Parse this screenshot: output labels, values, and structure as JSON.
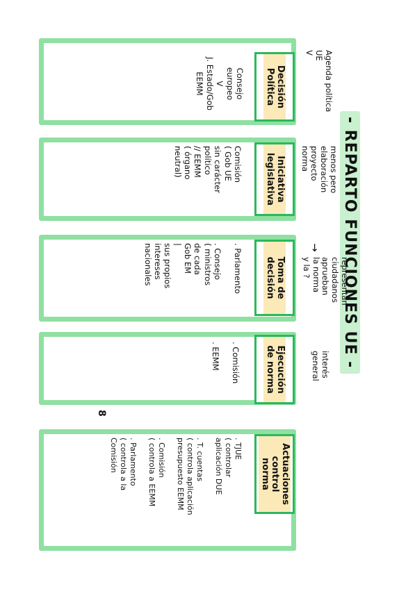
{
  "title": "- REPARTO FUNCIONES UE -",
  "columns": [
    {
      "label": "Decisión Política",
      "top_note": "Agenda política\nUE\nV",
      "body": "Consejo\neuropeo\nV\nJ. Estado/Gob\nEEMM"
    },
    {
      "label": "Iniciativa legislativa",
      "top_note": "menos pero\nelaboración\nproyecto\nnorma",
      "body": "Comisión\n( Gob UE\nsin carácter\npolítico\n// EEMM\n( órgano\nneutral)"
    },
    {
      "label": "Toma de decisión",
      "top_note": "representan\nciudadanos\naprueban\nla norma\ny la ?",
      "body": ". Parlamento\n\n. Consejo\n( ministros\nde cada\nGob EM\n|\nsus propios\nintereses\nnacionales"
    },
    {
      "label": "Ejecución de norma",
      "top_note": "interés\ngeneral",
      "body": ". Comisión\n\n. EEMM"
    },
    {
      "label": "Actuaciones control norma",
      "top_note": "",
      "body": ". TJUE\n( controlar\naplicación DUE\n\n. T. cuentas\n( controla aplicación\npresupuesto EEMM\n\n. Comisión\n( controla a EEMM\n\n. Parlamento\n( controla a la\nComisión"
    }
  ],
  "side_mark": "8"
}
